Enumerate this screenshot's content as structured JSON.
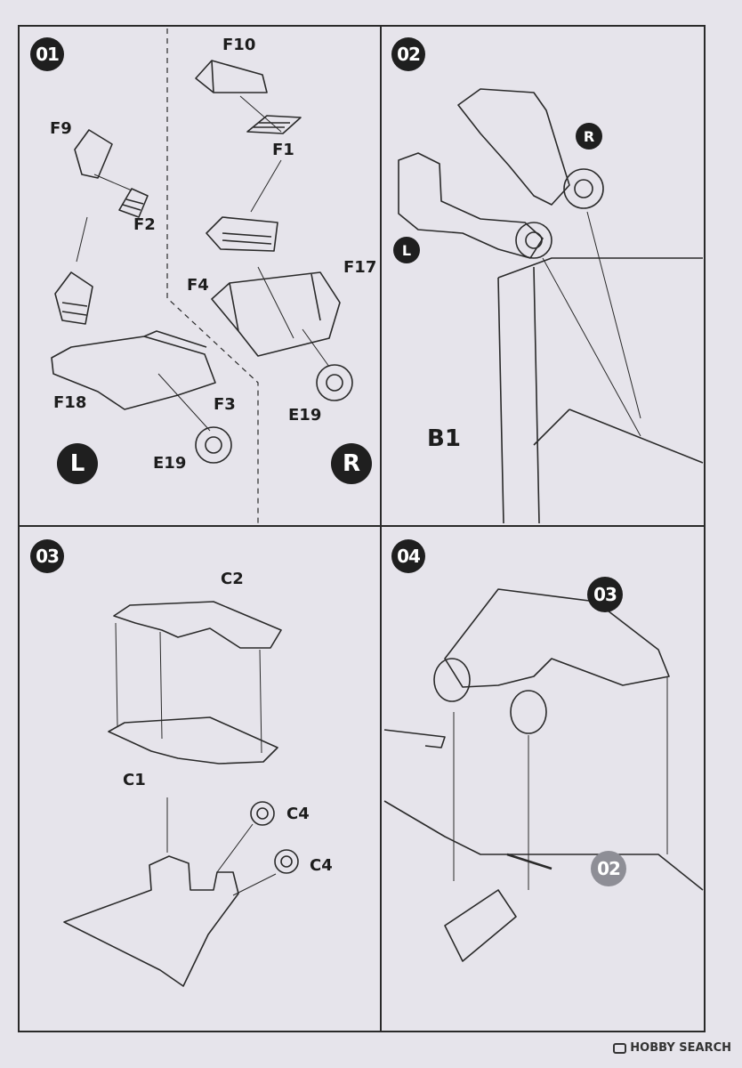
{
  "steps": {
    "s01": "01",
    "s02": "02",
    "s03": "03",
    "s04": "04"
  },
  "side_markers": {
    "left": "L",
    "right": "R"
  },
  "panel1": {
    "parts": {
      "f10": "F10",
      "f1": "F1",
      "f9": "F9",
      "f2": "F2",
      "f4": "F4",
      "f17": "F17",
      "f18": "F18",
      "f3": "F3",
      "e19_left": "E19",
      "e19_right": "E19"
    }
  },
  "panel2": {
    "parts": {
      "b1": "B1"
    }
  },
  "panel3": {
    "parts": {
      "c2": "C2",
      "c1": "C1",
      "c4_a": "C4",
      "c4_b": "C4"
    }
  },
  "panel4": {
    "refs": {
      "ref03": "03",
      "ref02": "02"
    }
  },
  "footer": {
    "brand": "HOBBY SEARCH"
  }
}
